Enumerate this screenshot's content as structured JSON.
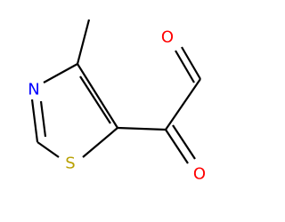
{
  "molecule": {
    "atoms": {
      "oxygen_aldehyde": "O",
      "oxygen_ketone": "O",
      "nitrogen": "N",
      "sulfur": "S"
    },
    "colors": {
      "oxygen": "#ff0000",
      "nitrogen": "#0000ff",
      "sulfur": "#b8a000",
      "bond": "#000000",
      "background": "#ffffff"
    }
  }
}
